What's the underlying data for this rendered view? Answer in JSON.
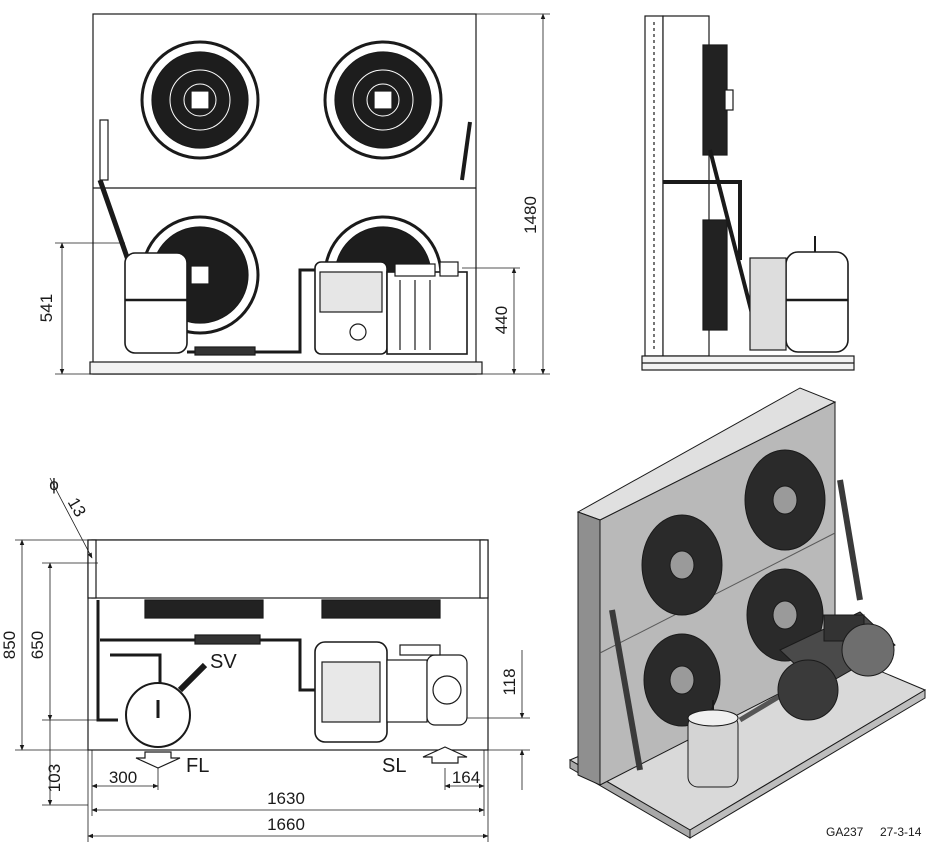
{
  "views": {
    "front": {
      "dims": {
        "height_total": "1480",
        "height_receiver": "541",
        "height_compressor": "440"
      }
    },
    "side": {},
    "top": {
      "dims": {
        "diameter_symbol": "ϕ",
        "hole_diameter": "13",
        "depth_total": "850",
        "depth_mount": "650",
        "offset_front": "103",
        "valve_height": "118",
        "fl_offset": "300",
        "sl_offset": "164",
        "width_mount": "1630",
        "width_total": "1660"
      },
      "labels": {
        "sv": "SV",
        "fl": "FL",
        "sl": "SL"
      }
    },
    "iso": {}
  },
  "footer": {
    "drawing_code": "GA237",
    "date": "27-3-14"
  }
}
